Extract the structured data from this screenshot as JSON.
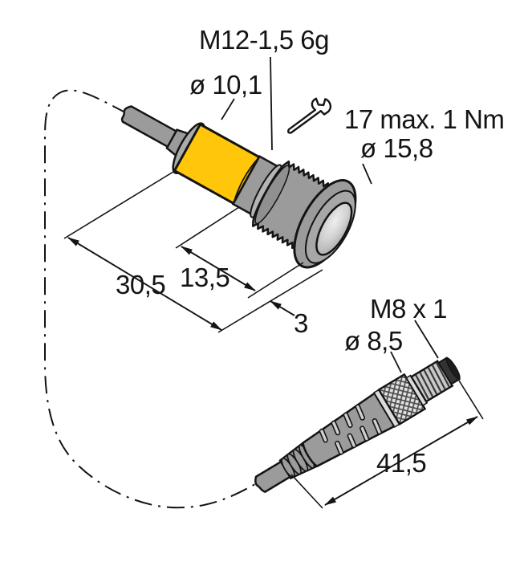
{
  "figure": {
    "thread_label": "M12-1,5 6g",
    "housing_diameter_label": "ø 10,1",
    "torque_label": "17 max. 1 Nm",
    "face_diameter_label": "ø 15,8",
    "housing_length_dim": "30,5",
    "thread_length_dim": "13,5",
    "face_protrusion_dim": "3",
    "connector_thread_label": "M8 x 1",
    "connector_diameter_label": "ø 8,5",
    "connector_length_dim": "41,5"
  },
  "colors": {
    "housing_yellow": "#ffc60a",
    "body_gray": "#9b9b9b",
    "outline_black": "#141414",
    "background": "#ffffff"
  }
}
